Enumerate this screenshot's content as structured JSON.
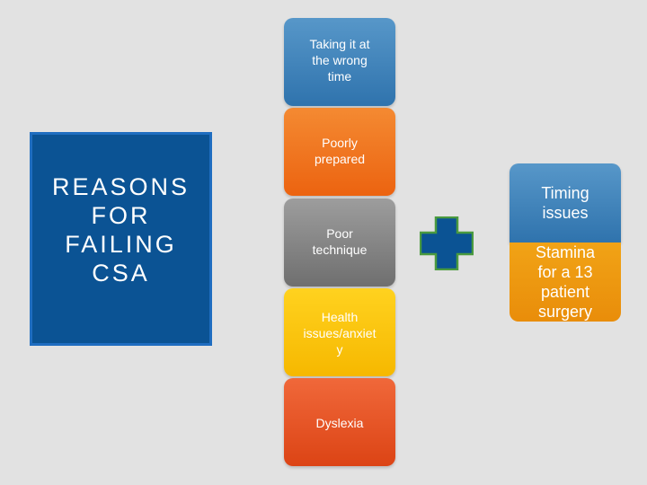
{
  "title": "REASONS\nFOR\nFAILING\nCSA",
  "steps": [
    {
      "label": "Taking it at\nthe wrong\ntime"
    },
    {
      "label": "Poorly\nprepared"
    },
    {
      "label": "Poor\ntechnique"
    },
    {
      "label": "Health\nissues/anxiet\ny"
    },
    {
      "label": "Dyslexia"
    }
  ],
  "additional": [
    {
      "label": "Timing\nissues"
    },
    {
      "label": "Stamina\nfor a 13\npatient\nsurgery"
    }
  ],
  "colors": {
    "background": "#e2e2e2",
    "title_box": "#0b5394",
    "title_border": "#1f6dc0",
    "step_blue": "#3e83bb",
    "step_orange": "#ee7020",
    "step_gray": "#868686",
    "step_yellow": "#fbc50c",
    "step_red": "#e5552a",
    "plus_fill": "#0b5394",
    "plus_border": "#4a9a3f",
    "side_blue": "#3e83bb",
    "side_orange": "#ef9b12"
  }
}
